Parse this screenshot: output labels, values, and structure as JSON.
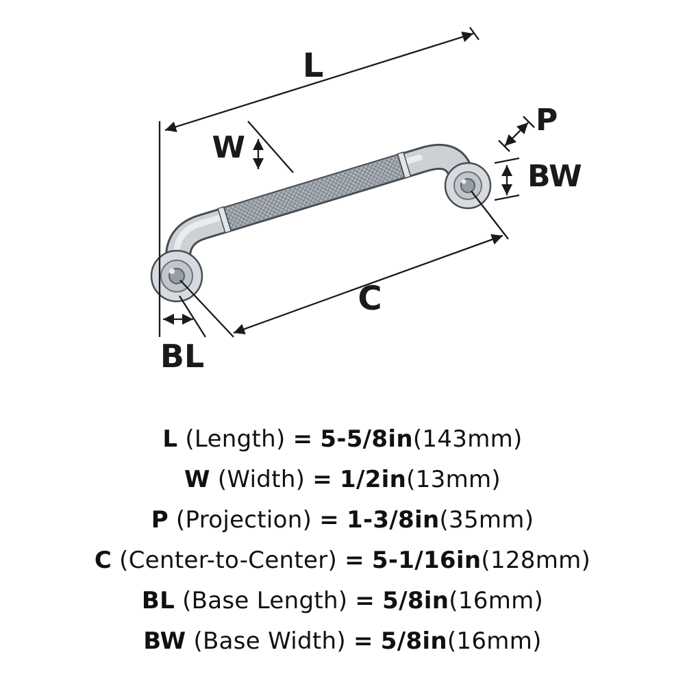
{
  "diagram": {
    "dim_labels": {
      "L": "L",
      "W": "W",
      "P": "P",
      "BW": "BW",
      "C": "C",
      "BL": "BL"
    },
    "colors": {
      "line": "#1a1a1a",
      "chrome_outline": "#474d53",
      "chrome_body": "#ccd1d6",
      "chrome_highlight": "#edeff2",
      "knurl_base": "#b0b6bc",
      "knurl_lines": "#7c838a"
    }
  },
  "specs": {
    "rows": [
      {
        "abbr": "L",
        "label": "(Length)",
        "eq": "=",
        "value": "5-5/8in",
        "metric": "(143mm)"
      },
      {
        "abbr": "W",
        "label": "(Width)",
        "eq": "=",
        "value": "1/2in",
        "metric": "(13mm)"
      },
      {
        "abbr": "P",
        "label": "(Projection)",
        "eq": "=",
        "value": "1-3/8in",
        "metric": "(35mm)"
      },
      {
        "abbr": "C",
        "label": "(Center-to-Center)",
        "eq": "=",
        "value": "5-1/16in",
        "metric": "(128mm)"
      },
      {
        "abbr": "BL",
        "label": "(Base Length)",
        "eq": "=",
        "value": "5/8in",
        "metric": "(16mm)"
      },
      {
        "abbr": "BW",
        "label": "(Base Width)",
        "eq": "=",
        "value": "5/8in",
        "metric": "(16mm)"
      }
    ]
  }
}
